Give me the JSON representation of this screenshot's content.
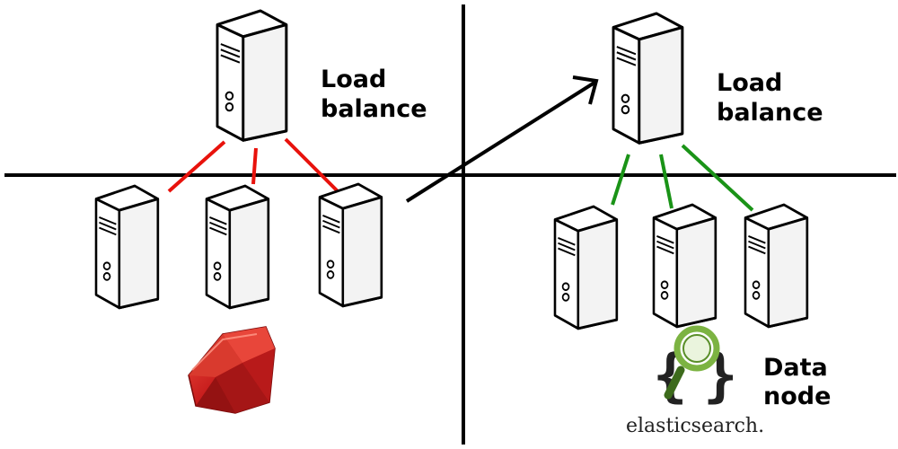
{
  "labels": {
    "left_lb_line1": "Load",
    "left_lb_line2": "balance",
    "right_lb_line1": "Load",
    "right_lb_line2": "balance",
    "data_node_line1": "Data",
    "data_node_line2": "node",
    "es_wordmark": "elasticsearch."
  },
  "colors": {
    "axis": "#000000",
    "left_links": "#e8120c",
    "right_links": "#1a9317",
    "migration_arrow": "#000000",
    "ruby": "#c61c1c",
    "es_lens": "#7cb342"
  },
  "icons": {
    "server": "server-tower-icon",
    "ruby": "ruby-gem-logo",
    "elasticsearch": "elasticsearch-logo"
  }
}
